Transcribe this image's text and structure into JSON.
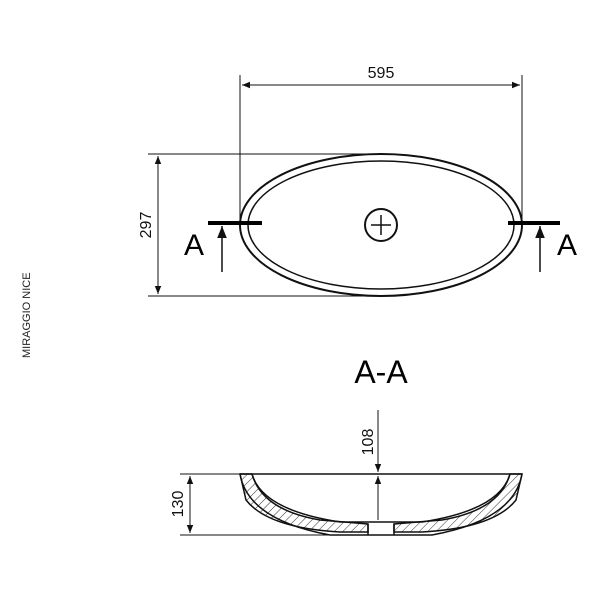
{
  "product": {
    "name": "MIRAGGIO NICE"
  },
  "dimensions": {
    "width": "595",
    "depth": "297",
    "height": "130",
    "inner_depth": "108"
  },
  "section": {
    "marker": "A",
    "title": "A-A"
  }
}
